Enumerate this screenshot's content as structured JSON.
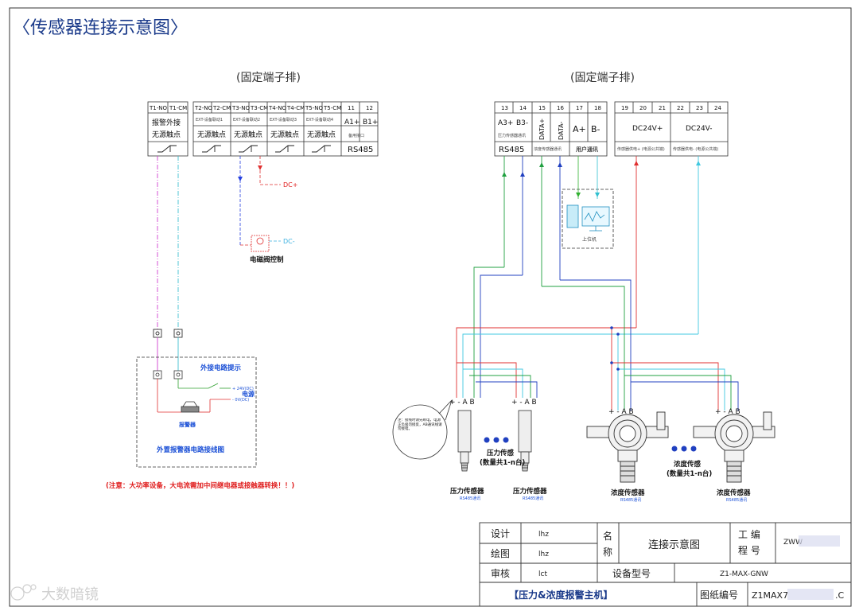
{
  "title": "〈传感器连接示意图〉",
  "left_block": {
    "header": "(固定端子排)",
    "cols": [
      "T1-NO",
      "T1-CM",
      "T2-NO",
      "T2-CM",
      "T3-NO",
      "T3-CM",
      "T4-NO",
      "T4-CM",
      "T5-NO",
      "T5-CM",
      "11",
      "12"
    ],
    "group1_row2": "报警外接",
    "group1_row3": "无源触点",
    "ext": [
      "EXT-设备联动1",
      "EXT-设备联动2",
      "EXT-设备联动3",
      "EXT-设备联动4"
    ],
    "contact": "无源触点",
    "a1": "A1+",
    "b1": "B1+",
    "backup": "备用接口",
    "rs485": "RS485",
    "dc_plus": "DC+",
    "dc_minus": "DC-",
    "valve": "电磁阀控制"
  },
  "right_block": {
    "header": "(固定端子排)",
    "cols": [
      "13",
      "14",
      "15",
      "16",
      "17",
      "18",
      "19",
      "20",
      "21",
      "22",
      "23",
      "24"
    ],
    "a3": "A3+",
    "b3": "B3-",
    "pressure_comm": "压力传感器通讯",
    "rs485": "RS485",
    "data_plus": "DATA+",
    "data_minus": "DATA-",
    "conc_comm": "浓度传感器通讯",
    "a_plus": "A+",
    "b_minus": "B-",
    "user_comm": "用户通讯",
    "dc24_plus": "DC24V+",
    "dc24_minus": "DC24V-",
    "sensor_power1": "传感器供电+ (电源公共端)",
    "sensor_power2": "传感器供电- (电源公共端)",
    "host": "上位机"
  },
  "external_circuit": {
    "hint": "外接电路提示",
    "alarm": "报警器",
    "power": "电源",
    "p1": "+ 24V(DC)",
    "p2": "- 0V(DC)",
    "caption": "外置报警器电路接线图",
    "note": "(注意：大功率设备，大电流需加中间继电器或接触器转换！！)"
  },
  "sensors": {
    "pm_label": "+ - A B",
    "note_text": "注：接线时请先断电，电源正负极勿接反，AB通讯线请勿接错。",
    "p_label": "压力传感器",
    "p_sub": "RS485通讯",
    "p_count1": "压力传感",
    "p_count2": "(数量共1-n台)",
    "c_label": "浓度传感器",
    "c_sub": "RS485通讯",
    "c_count1": "浓度传感",
    "c_count2": "(数量共1-n台)"
  },
  "title_block": {
    "design": "设计",
    "design_v": "lhz",
    "draw": "绘图",
    "draw_v": "lhz",
    "review": "审核",
    "review_v": "lct",
    "name1": "名",
    "name2": "称",
    "name_v": "连接示意图",
    "proj1": "工  编",
    "proj2": "程  号",
    "proj_v": "ZWW",
    "model": "设备型号",
    "model_v": "Z1-MAX-GNW",
    "product": "【压力&浓度报警主机】",
    "drawno": "图纸编号",
    "drawno_v": "Z1MAX7",
    "drawno_tail": ".C"
  },
  "watermark": "大数暗镜"
}
